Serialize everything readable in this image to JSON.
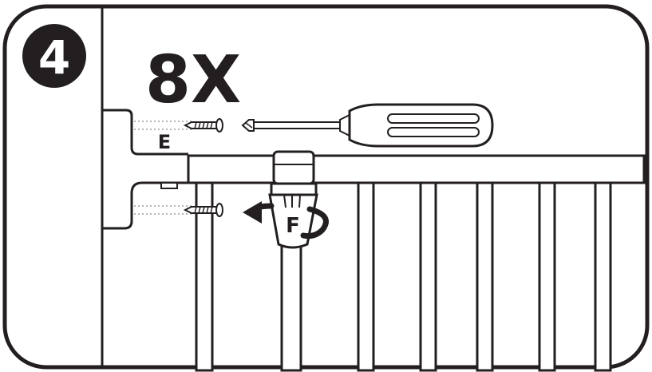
{
  "step": {
    "number": "4"
  },
  "quantity": {
    "text": "8X"
  },
  "labels": {
    "screw_part": "E",
    "knob_part": "F"
  },
  "colors": {
    "ink": "#231f20",
    "paper": "#ffffff",
    "guide": "#888888"
  },
  "icons": {
    "screwdriver": "screwdriver-icon",
    "screw": "screw-icon",
    "rotate_arrow": "rotate-arrow-icon"
  }
}
